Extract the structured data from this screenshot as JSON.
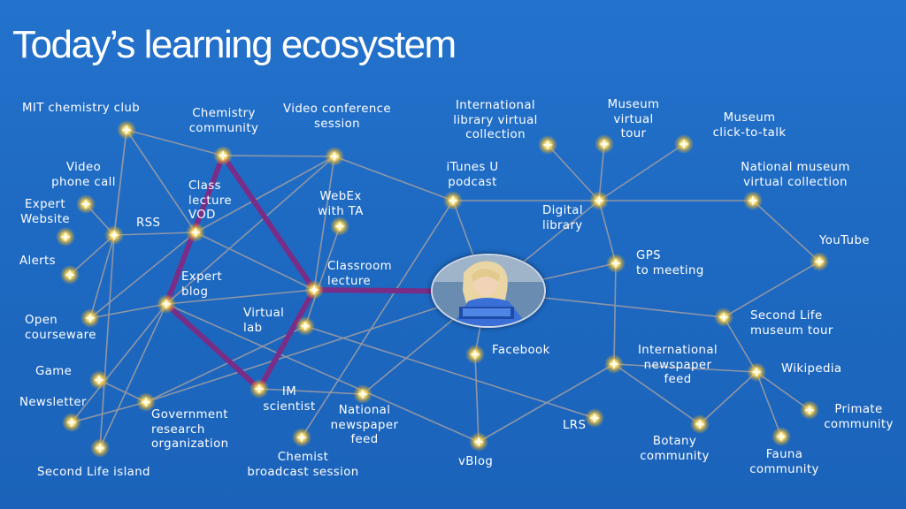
{
  "title": "Today’s learning ecosystem",
  "colors": {
    "background": "#1f6bc4",
    "link": "#8e96a6",
    "highlight_path": "#7a2d86",
    "node": "#ffe680",
    "text": "#ffffff"
  },
  "center": {
    "icon": "student-photo-icon"
  },
  "nodes": [
    {
      "id": "mit-chemistry-club",
      "label": [
        "MIT chemistry club"
      ]
    },
    {
      "id": "chemistry-community",
      "label": [
        "Chemistry",
        "community"
      ]
    },
    {
      "id": "video-conference-session",
      "label": [
        "Video conference",
        "session"
      ]
    },
    {
      "id": "international-library",
      "label": [
        "International",
        "library virtual",
        "collection"
      ]
    },
    {
      "id": "museum-virtual-tour",
      "label": [
        "Museum",
        "virtual",
        "tour"
      ]
    },
    {
      "id": "museum-click-to-talk",
      "label": [
        "Museum",
        "click-to-talk"
      ]
    },
    {
      "id": "video-phone-call",
      "label": [
        "Video",
        "phone call"
      ]
    },
    {
      "id": "expert-website",
      "label": [
        "Expert",
        "Website"
      ]
    },
    {
      "id": "rss",
      "label": [
        "RSS"
      ]
    },
    {
      "id": "class-lecture-vod",
      "label": [
        "Class",
        "lecture",
        "VOD"
      ]
    },
    {
      "id": "webex-with-ta",
      "label": [
        "WebEx",
        "with TA"
      ]
    },
    {
      "id": "itunes-u-podcast",
      "label": [
        "iTunes U",
        "podcast"
      ]
    },
    {
      "id": "digital-library",
      "label": [
        "Digital",
        "library"
      ]
    },
    {
      "id": "national-museum-virtual-collection",
      "label": [
        "National museum",
        "virtual collection"
      ]
    },
    {
      "id": "youtube",
      "label": [
        "YouTube"
      ]
    },
    {
      "id": "alerts",
      "label": [
        "Alerts"
      ]
    },
    {
      "id": "expert-blog",
      "label": [
        "Expert",
        "blog"
      ]
    },
    {
      "id": "classroom-lecture",
      "label": [
        "Classroom",
        "lecture"
      ]
    },
    {
      "id": "gps-to-meeting",
      "label": [
        "GPS",
        "to meeting"
      ]
    },
    {
      "id": "open-courseware",
      "label": [
        "Open",
        "courseware"
      ]
    },
    {
      "id": "virtual-lab",
      "label": [
        "Virtual",
        "lab"
      ]
    },
    {
      "id": "second-life-museum-tour",
      "label": [
        "Second Life",
        "museum tour"
      ]
    },
    {
      "id": "facebook",
      "label": [
        "Facebook"
      ]
    },
    {
      "id": "international-newspaper-feed",
      "label": [
        "International",
        "newspaper",
        "feed"
      ]
    },
    {
      "id": "wikipedia",
      "label": [
        "Wikipedia"
      ]
    },
    {
      "id": "game",
      "label": [
        "Game"
      ]
    },
    {
      "id": "im-scientist",
      "label": [
        "IM",
        "scientist"
      ]
    },
    {
      "id": "newsletter",
      "label": [
        "Newsletter"
      ]
    },
    {
      "id": "government-research-organization",
      "label": [
        "Government",
        "research",
        "organization"
      ]
    },
    {
      "id": "national-newspaper-feed",
      "label": [
        "National",
        "newspaper",
        "feed"
      ]
    },
    {
      "id": "primate-community",
      "label": [
        "Primate",
        "community"
      ]
    },
    {
      "id": "lrs",
      "label": [
        "LRS"
      ]
    },
    {
      "id": "botany-community",
      "label": [
        "Botany",
        "community"
      ]
    },
    {
      "id": "fauna-community",
      "label": [
        "Fauna",
        "community"
      ]
    },
    {
      "id": "second-life-island",
      "label": [
        "Second Life island"
      ]
    },
    {
      "id": "chemist-broadcast-session",
      "label": [
        "Chemist",
        "broadcast session"
      ]
    },
    {
      "id": "vblog",
      "label": [
        "vBlog"
      ]
    }
  ]
}
